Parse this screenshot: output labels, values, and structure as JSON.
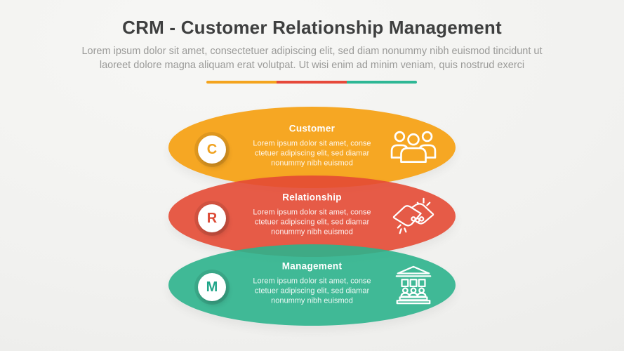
{
  "header": {
    "title": "CRM - Customer Relationship Management",
    "subtitle_lines": [
      "Lorem ipsum dolor sit amet, consectetuer adipiscing elit, sed diam nonummy nibh euismod tincidunt ut",
      "laoreet dolore magna aliquam erat volutpat. Ut wisi enim ad minim veniam, quis nostrud exerci"
    ]
  },
  "divider": {
    "colors": [
      "#F4A41E",
      "#E6493A",
      "#2EB795"
    ]
  },
  "colors": {
    "background": "#F1F1EF",
    "title_text": "#3E3F3F",
    "subtitle_text": "#9A9A98"
  },
  "items": [
    {
      "letter": "C",
      "title": "Customer",
      "body_lines": [
        "Lorem ipsum dolor sit amet, conse",
        "ctetuer adipiscing elit, sed diamar",
        "nonummy nibh euismod"
      ],
      "icon": "people-group-icon",
      "bg": "#F6A723",
      "fill": "#F6A723",
      "letter_color": "#EFA11E"
    },
    {
      "letter": "R",
      "title": "Relationship",
      "body_lines": [
        "Lorem ipsum dolor sit amet, conse",
        "ctetuer adipiscing elit, sed diamar",
        "nonummy nibh euismod"
      ],
      "icon": "handshake-icon",
      "bg": "rgba(228,74,52,0.9)",
      "fill": "#E55B47",
      "letter_color": "#DC4A36"
    },
    {
      "letter": "M",
      "title": "Management",
      "body_lines": [
        "Lorem ipsum dolor sit amet, conse",
        "ctetuer adipiscing elit, sed diamar",
        "nonummy nibh euismod"
      ],
      "icon": "bank-icon",
      "bg": "rgba(44,178,140,0.9)",
      "fill": "#40B896",
      "letter_color": "#1FA588"
    }
  ]
}
